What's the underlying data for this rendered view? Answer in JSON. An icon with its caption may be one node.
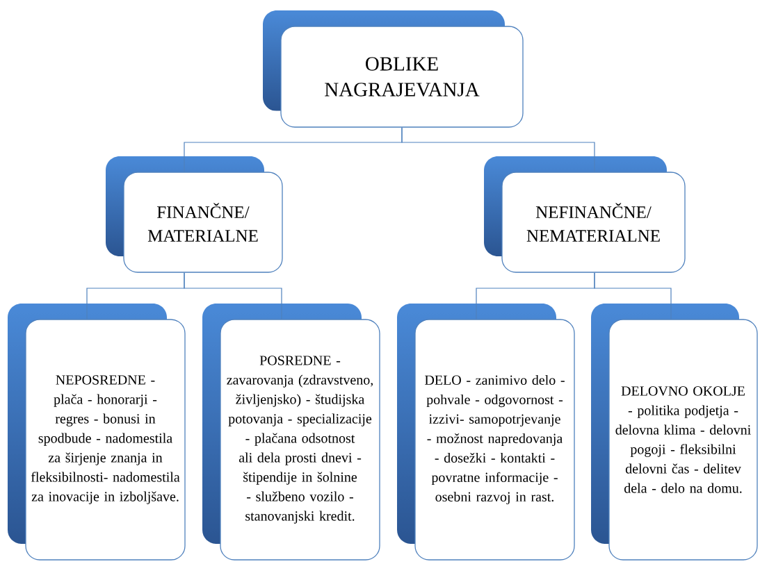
{
  "diagram": {
    "nodes": [
      {
        "text": [
          "OBLIKE NAGRAJEVANJA"
        ]
      },
      {
        "text": [
          "FINANČNE/ MATERIALNE"
        ]
      },
      {
        "text": [
          "NEFINANČNE/ NEMATERIALNE"
        ]
      },
      {
        "text": [
          "NEPOSREDNE - plača - honorarji - regres - bonusi in spodbude - nadomestila za širjenje znanja in fleksibilnosti- nadomestila za inovacije in izboljšave."
        ]
      },
      {
        "text": [
          "POSREDNE - zavarovanja (zdravstveno, življenjsko) - študijska potovanja - specializacije - plačana odsotnost ali dela prosti dnevi - štipendije in šolnine - službeno vozilo - stanovanjski kredit."
        ]
      },
      {
        "text": [
          "DELO -  zanimivo delo - pohvale - odgovornost - izzivi- samopotrjevanje - možnost napredovanja - dosežki - kontakti - povratne informacije - osebni razvoj in rast."
        ]
      },
      {
        "text": [
          "DELOVNO OKOLJE - politika podjetja - delovna klima - delovni pogoji - fleksibilni delovni čas - delitev dela - delo na domu."
        ]
      }
    ],
    "edges": [
      {
        "from": 0,
        "to": 1,
        "arrow": "none"
      },
      {
        "from": 0,
        "to": 2,
        "arrow": "none"
      },
      {
        "from": 1,
        "to": 3,
        "arrow": "none"
      },
      {
        "from": 1,
        "to": 4,
        "arrow": "none"
      },
      {
        "from": 2,
        "to": 5,
        "arrow": "none"
      },
      {
        "from": 2,
        "to": 6,
        "arrow": "none"
      }
    ]
  }
}
